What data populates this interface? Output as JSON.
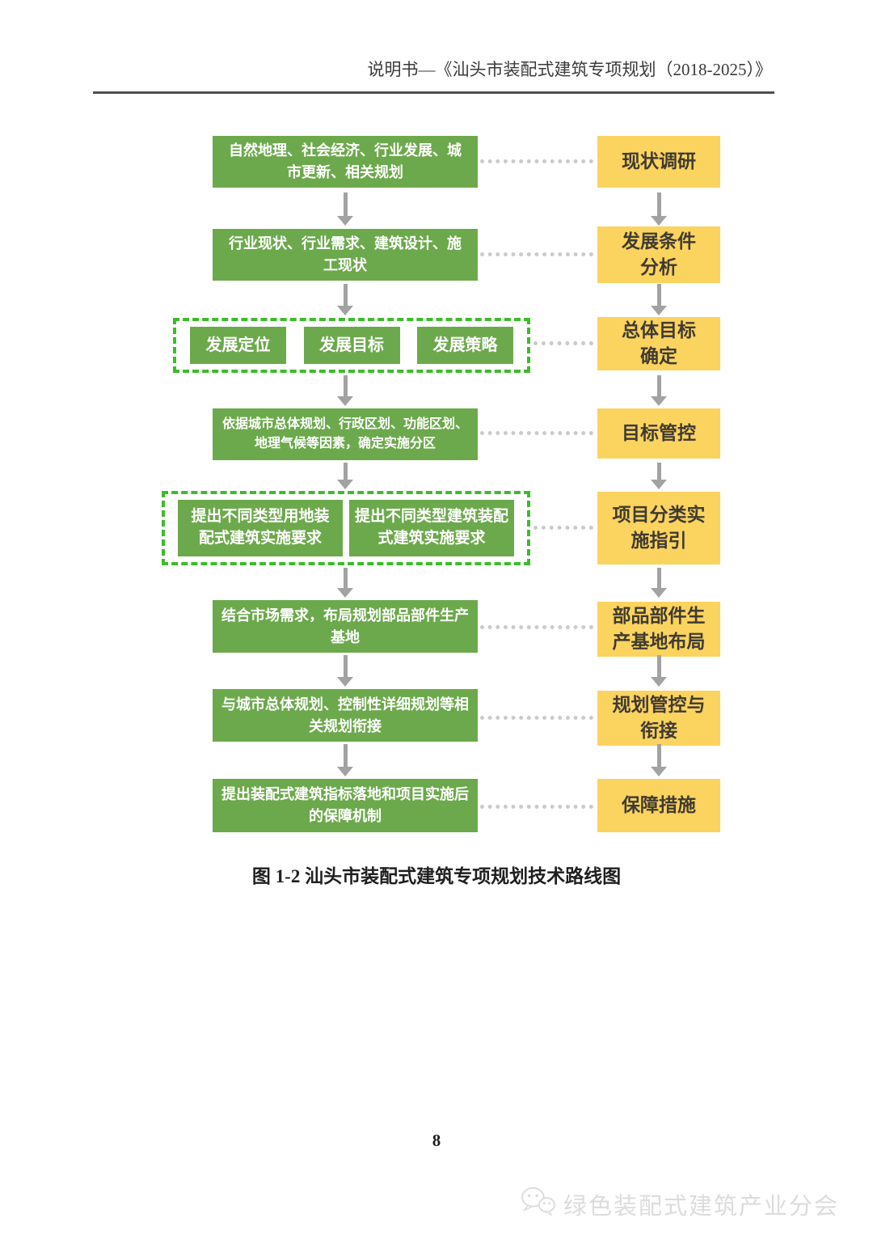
{
  "header": {
    "title": "说明书—《汕头市装配式建筑专项规划（2018-2025）》"
  },
  "flowchart": {
    "rows": [
      {
        "left": "自然地理、社会经济、行业发展、城\n市更新、相关规划",
        "right": "现状调研"
      },
      {
        "left": "行业现状、行业需求、建筑设计、施\n工现状",
        "right": "发展条件\n分析"
      },
      {
        "group": [
          "发展定位",
          "发展目标",
          "发展策略"
        ],
        "right": "总体目标\n确定"
      },
      {
        "left": "依据城市总体规划、行政区划、功能区划、\n地理气候等因素，确定实施分区",
        "right": "目标管控"
      },
      {
        "group": [
          "提出不同类型用地装\n配式建筑实施要求",
          "提出不同类型建筑装配\n式建筑实施要求"
        ],
        "right": "项目分类实\n施指引"
      },
      {
        "left": "结合市场需求，布局规划部品部件生产\n基地",
        "right": "部品部件生\n产基地布局"
      },
      {
        "left": "与城市总体规划、控制性详细规划等相\n关规划衔接",
        "right": "规划管控与\n衔接"
      },
      {
        "left": "提出装配式建筑指标落地和项目实施后\n的保障机制",
        "right": "保障措施"
      }
    ],
    "caption": "图 1-2  汕头市装配式建筑专项规划技术路线图"
  },
  "footer": {
    "page_number": "8",
    "watermark": "绿色装配式建筑产业分会",
    "watermark_icon": "wechat-icon"
  },
  "colors": {
    "box_green": "#6ca94c",
    "dashed_green": "#3dbb2b",
    "box_yellow": "#fbd35f",
    "arrow_gray": "#a2a2a2",
    "connector_gray": "#cbcbcb"
  }
}
